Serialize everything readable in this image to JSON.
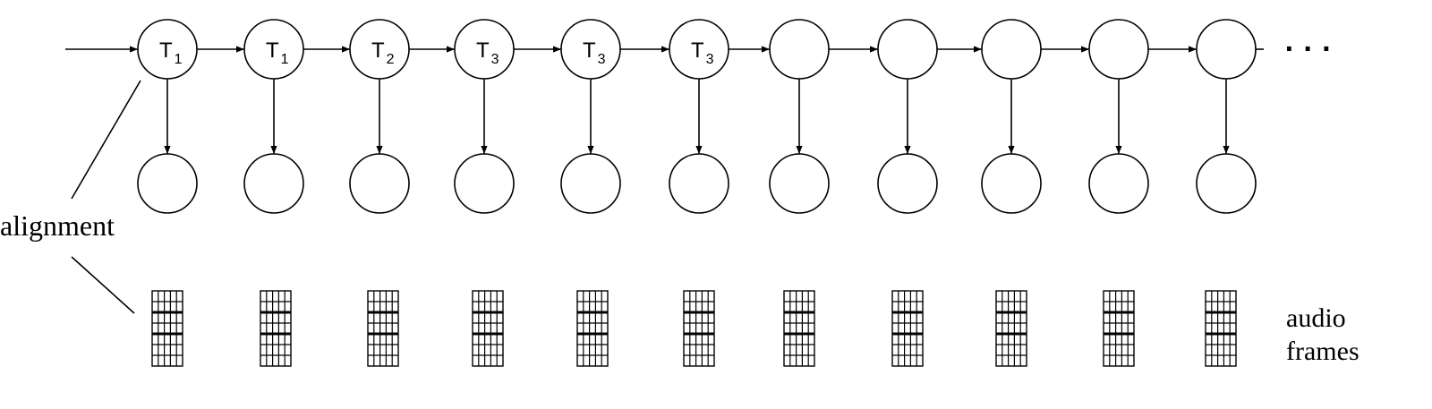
{
  "title": "",
  "states": [
    {
      "label": "T",
      "subscript": "1"
    },
    {
      "label": "T",
      "subscript": "1"
    },
    {
      "label": "T",
      "subscript": "2"
    },
    {
      "label": "T",
      "subscript": "3"
    },
    {
      "label": "T",
      "subscript": "3"
    },
    {
      "label": "T",
      "subscript": "3"
    },
    {
      "label": "",
      "subscript": ""
    },
    {
      "label": "",
      "subscript": ""
    },
    {
      "label": "",
      "subscript": ""
    },
    {
      "label": "",
      "subscript": ""
    },
    {
      "label": "",
      "subscript": ""
    }
  ],
  "continuation": "· · ·",
  "alignment_label": "alignment",
  "audio_frames_label": [
    "audio",
    "frames"
  ]
}
